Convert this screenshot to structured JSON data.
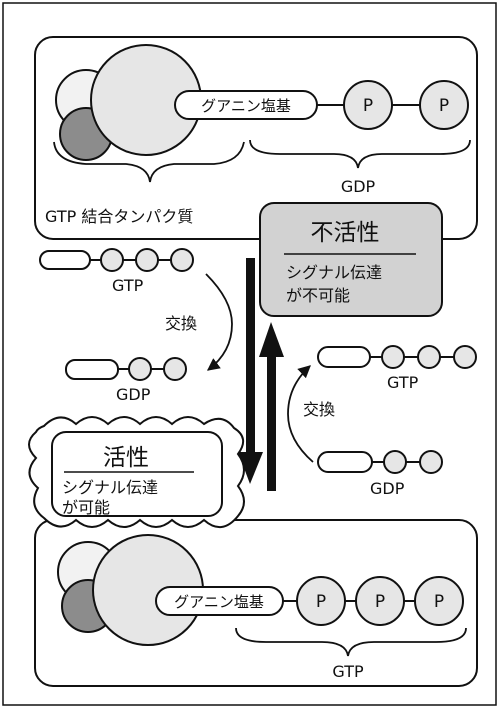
{
  "colors": {
    "line": "#111111",
    "circle_fill": "#e6e6e6",
    "small_circle_light": "#f2f2f2",
    "small_circle_dark": "#8c8c8c",
    "inactive_box": "#d2d2d2",
    "white": "#ffffff"
  },
  "top_panel": {
    "base_label": "グアニン塩基",
    "phosphate_labels": [
      "P",
      "P"
    ],
    "brace_label": "GDP",
    "protein_label": "GTP 結合タンパク質"
  },
  "inactive_state": {
    "title": "不活性",
    "description_line1": "シグナル伝達",
    "description_line2": "が不可能"
  },
  "left_exchange": {
    "upper_label": "GTP",
    "action_label": "交換",
    "lower_label": "GDP"
  },
  "right_exchange": {
    "upper_label": "GTP",
    "action_label": "交換",
    "lower_label": "GDP"
  },
  "active_state": {
    "title": "活性",
    "description_line1": "シグナル伝達",
    "description_line2": "が可能"
  },
  "bottom_panel": {
    "base_label": "グアニン塩基",
    "phosphate_labels": [
      "P",
      "P",
      "P"
    ],
    "brace_label": "GTP"
  }
}
